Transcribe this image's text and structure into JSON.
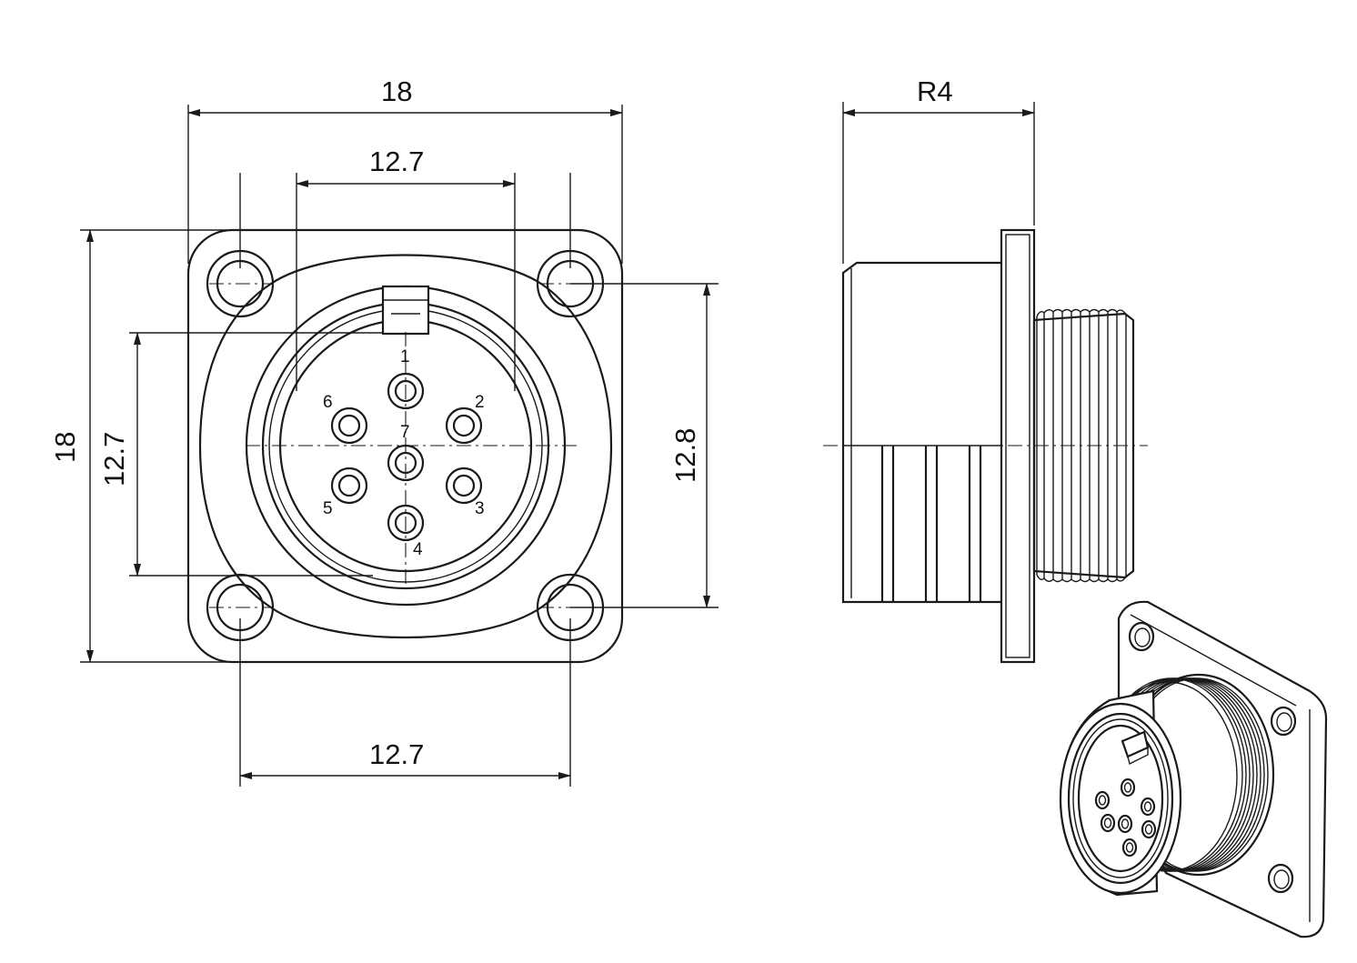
{
  "dimensions": {
    "front_width": "18",
    "front_height": "18",
    "mount_hole_spacing_top": "12.7",
    "mount_hole_spacing_bottom": "12.7",
    "mount_hole_spacing_left": "12.7",
    "insert_height_right": "12.8",
    "side_depth": "R4"
  },
  "pins": [
    "1",
    "2",
    "3",
    "4",
    "5",
    "6",
    "7"
  ],
  "colors": {
    "line": "#1a1a1a",
    "background": "#ffffff"
  }
}
